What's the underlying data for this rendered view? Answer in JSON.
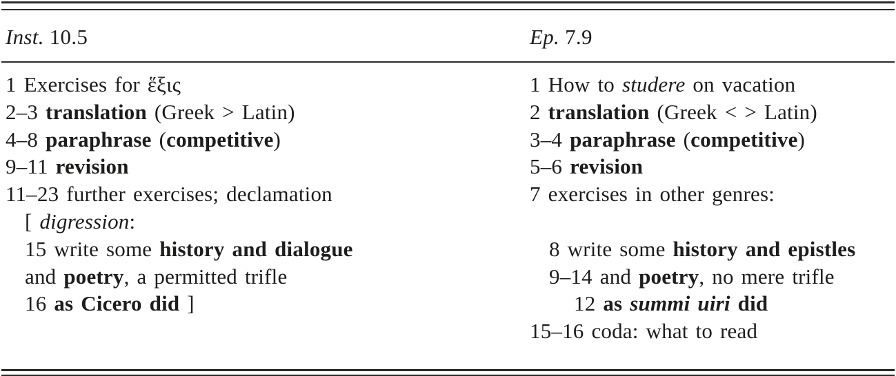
{
  "colors": {
    "ink": "#1d1d1b",
    "rule": "#2a2a28",
    "background": "#ffffff"
  },
  "table": {
    "columns": [
      {
        "header": {
          "abbr": "Inst.",
          "ref": "10.5"
        },
        "lines": [
          {
            "level": 0,
            "segments": [
              {
                "t": "1 Exercises for ἕξις"
              }
            ]
          },
          {
            "level": 0,
            "segments": [
              {
                "t": "2–3 "
              },
              {
                "t": "translation",
                "b": true
              },
              {
                "t": " (Greek > Latin)"
              }
            ]
          },
          {
            "level": 0,
            "segments": [
              {
                "t": "4–8 "
              },
              {
                "t": "paraphrase",
                "b": true
              },
              {
                "t": " ("
              },
              {
                "t": "competitive",
                "b": true
              },
              {
                "t": ")"
              }
            ]
          },
          {
            "level": 0,
            "segments": [
              {
                "t": "9–11 "
              },
              {
                "t": "revision",
                "b": true
              }
            ]
          },
          {
            "level": 0,
            "segments": [
              {
                "t": "11–23 further exercises; declamation"
              }
            ]
          },
          {
            "level": 1,
            "segments": [
              {
                "t": "[ "
              },
              {
                "t": "digression",
                "i": true
              },
              {
                "t": ":"
              }
            ]
          },
          {
            "level": 1,
            "segments": [
              {
                "t": "15 write some "
              },
              {
                "t": "history and dialogue",
                "b": true
              }
            ]
          },
          {
            "level": 1,
            "segments": [
              {
                "t": "and "
              },
              {
                "t": "poetry",
                "b": true
              },
              {
                "t": ", a permitted trifle"
              }
            ]
          },
          {
            "level": 1,
            "segments": [
              {
                "t": "16 "
              },
              {
                "t": "as Cicero did",
                "b": true
              },
              {
                "t": " ]"
              }
            ]
          }
        ]
      },
      {
        "header": {
          "abbr": "Ep.",
          "ref": "7.9"
        },
        "lines": [
          {
            "level": 0,
            "segments": [
              {
                "t": "1 How to "
              },
              {
                "t": "studere",
                "i": true
              },
              {
                "t": " on vacation"
              }
            ]
          },
          {
            "level": 0,
            "segments": [
              {
                "t": "2 "
              },
              {
                "t": "translation",
                "b": true
              },
              {
                "t": " (Greek < > Latin)"
              }
            ]
          },
          {
            "level": 0,
            "segments": [
              {
                "t": "3–4 "
              },
              {
                "t": "paraphrase",
                "b": true
              },
              {
                "t": " ("
              },
              {
                "t": "competitive",
                "b": true
              },
              {
                "t": ")"
              }
            ]
          },
          {
            "level": 0,
            "segments": [
              {
                "t": "5–6 "
              },
              {
                "t": "revision",
                "b": true
              }
            ]
          },
          {
            "level": 0,
            "segments": [
              {
                "t": "7 exercises in other genres:"
              }
            ]
          },
          {
            "level": 0,
            "segments": []
          },
          {
            "level": 1,
            "segments": [
              {
                "t": "8 write some "
              },
              {
                "t": "history and epistles",
                "b": true
              }
            ]
          },
          {
            "level": 1,
            "segments": [
              {
                "t": "9–14 and "
              },
              {
                "t": "poetry",
                "b": true
              },
              {
                "t": ", no mere trifle"
              }
            ]
          },
          {
            "level": 2,
            "segments": [
              {
                "t": "12 "
              },
              {
                "t": "as ",
                "b": true
              },
              {
                "t": "summi uiri",
                "b": true,
                "i": true
              },
              {
                "t": " did",
                "b": true
              }
            ]
          },
          {
            "level": 0,
            "segments": [
              {
                "t": "15–16 coda: what to read"
              }
            ]
          }
        ]
      }
    ]
  }
}
